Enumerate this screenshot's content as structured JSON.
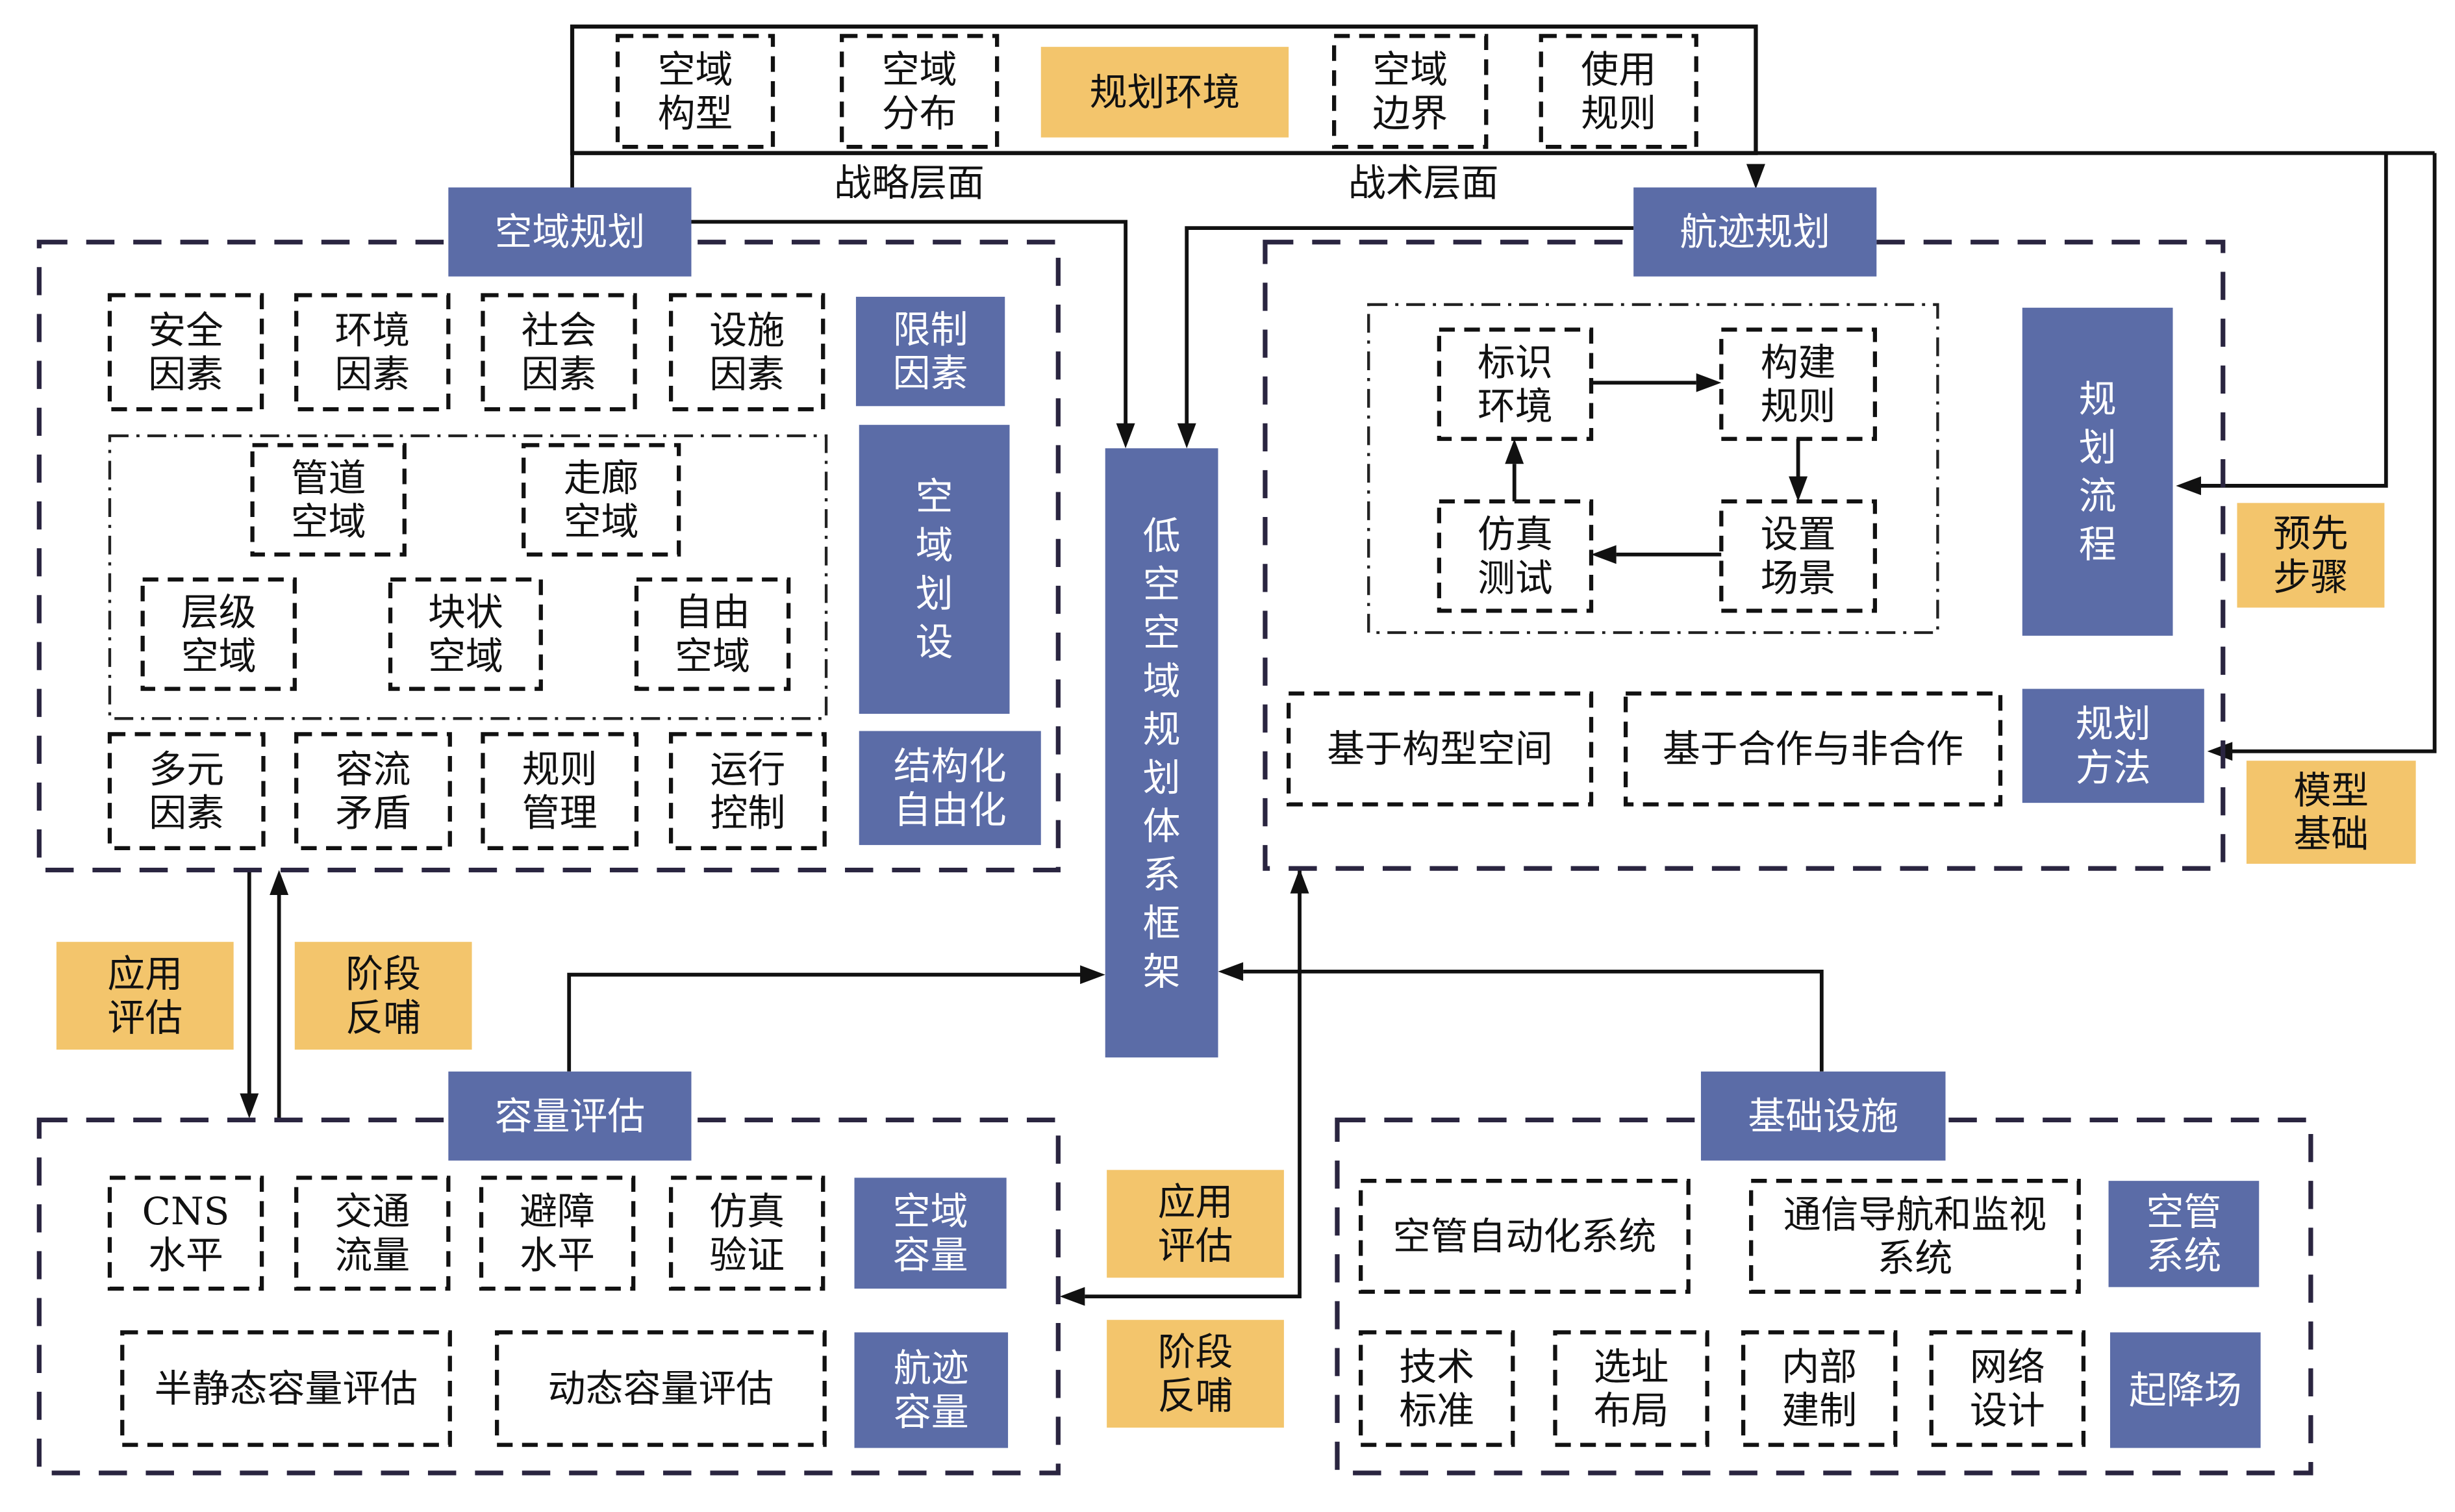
{
  "colors": {
    "blue": "#5b6ca7",
    "orange": "#f3c56c",
    "line": "#111111"
  },
  "top_frame": {
    "items": [
      [
        "空域",
        "构型"
      ],
      [
        "空域",
        "分布"
      ],
      [
        "规划环境"
      ],
      [
        "空域",
        "边界"
      ],
      [
        "使用",
        "规则"
      ]
    ],
    "center_label": "规划环境"
  },
  "connectors": {
    "strategic": "战略层面",
    "tactical": "战术层面"
  },
  "center": {
    "title_chars": [
      "低",
      "空",
      "空",
      "域",
      "规",
      "划",
      "体",
      "系",
      "框",
      "架"
    ]
  },
  "airspace_planning": {
    "header": "空域规划",
    "row1": [
      [
        "安全",
        "因素"
      ],
      [
        "环境",
        "因素"
      ],
      [
        "社会",
        "因素"
      ],
      [
        "设施",
        "因素"
      ]
    ],
    "row1_tag": [
      "限制",
      "因素"
    ],
    "modes_top": [
      [
        "管道",
        "空域"
      ],
      [
        "走廊",
        "空域"
      ]
    ],
    "modes_bottom": [
      [
        "层级",
        "空域"
      ],
      [
        "块状",
        "空域"
      ],
      [
        "自由",
        "空域"
      ]
    ],
    "modes_tag": [
      "空",
      "域",
      "划",
      "设"
    ],
    "row3": [
      [
        "多元",
        "因素"
      ],
      [
        "容流",
        "矛盾"
      ],
      [
        "规则",
        "管理"
      ],
      [
        "运行",
        "控制"
      ]
    ],
    "row3_tag": [
      "结构化",
      "自由化"
    ]
  },
  "trajectory_planning": {
    "header": "航迹规划",
    "cycle": {
      "identify": [
        "标识",
        "环境"
      ],
      "build": [
        "构建",
        "规则"
      ],
      "scene": [
        "设置",
        "场景"
      ],
      "sim": [
        "仿真",
        "测试"
      ]
    },
    "process_tag": [
      "规",
      "划",
      "流",
      "程"
    ],
    "methods": [
      "基于构型空间",
      "基于合作与非合作"
    ],
    "methods_tag": [
      "规划",
      "方法"
    ],
    "side_notes": {
      "pre_steps": [
        "预先",
        "步骤"
      ],
      "model_basis": [
        "模型",
        "基础"
      ]
    }
  },
  "feedback_left": {
    "apply_eval": [
      "应用",
      "评估"
    ],
    "stage_feedback": [
      "阶段",
      "反哺"
    ]
  },
  "feedback_center": {
    "apply_eval": [
      "应用",
      "评估"
    ],
    "stage_feedback": [
      "阶段",
      "反哺"
    ]
  },
  "capacity_eval": {
    "header": "容量评估",
    "row1": [
      [
        "CNS",
        "水平"
      ],
      [
        "交通",
        "流量"
      ],
      [
        "避障",
        "水平"
      ],
      [
        "仿真",
        "验证"
      ]
    ],
    "row1_tag": [
      "空域",
      "容量"
    ],
    "row2": [
      "半静态容量评估",
      "动态容量评估"
    ],
    "row2_tag": [
      "航迹",
      "容量"
    ]
  },
  "infrastructure": {
    "header": "基础设施",
    "row1": [
      [
        "空管自动化系统"
      ],
      [
        "通信导航和监视",
        "系统"
      ]
    ],
    "row1_tag": [
      "空管",
      "系统"
    ],
    "row2": [
      [
        "技术",
        "标准"
      ],
      [
        "选址",
        "布局"
      ],
      [
        "内部",
        "建制"
      ],
      [
        "网络",
        "设计"
      ]
    ],
    "row2_tag": [
      "起降场"
    ]
  }
}
